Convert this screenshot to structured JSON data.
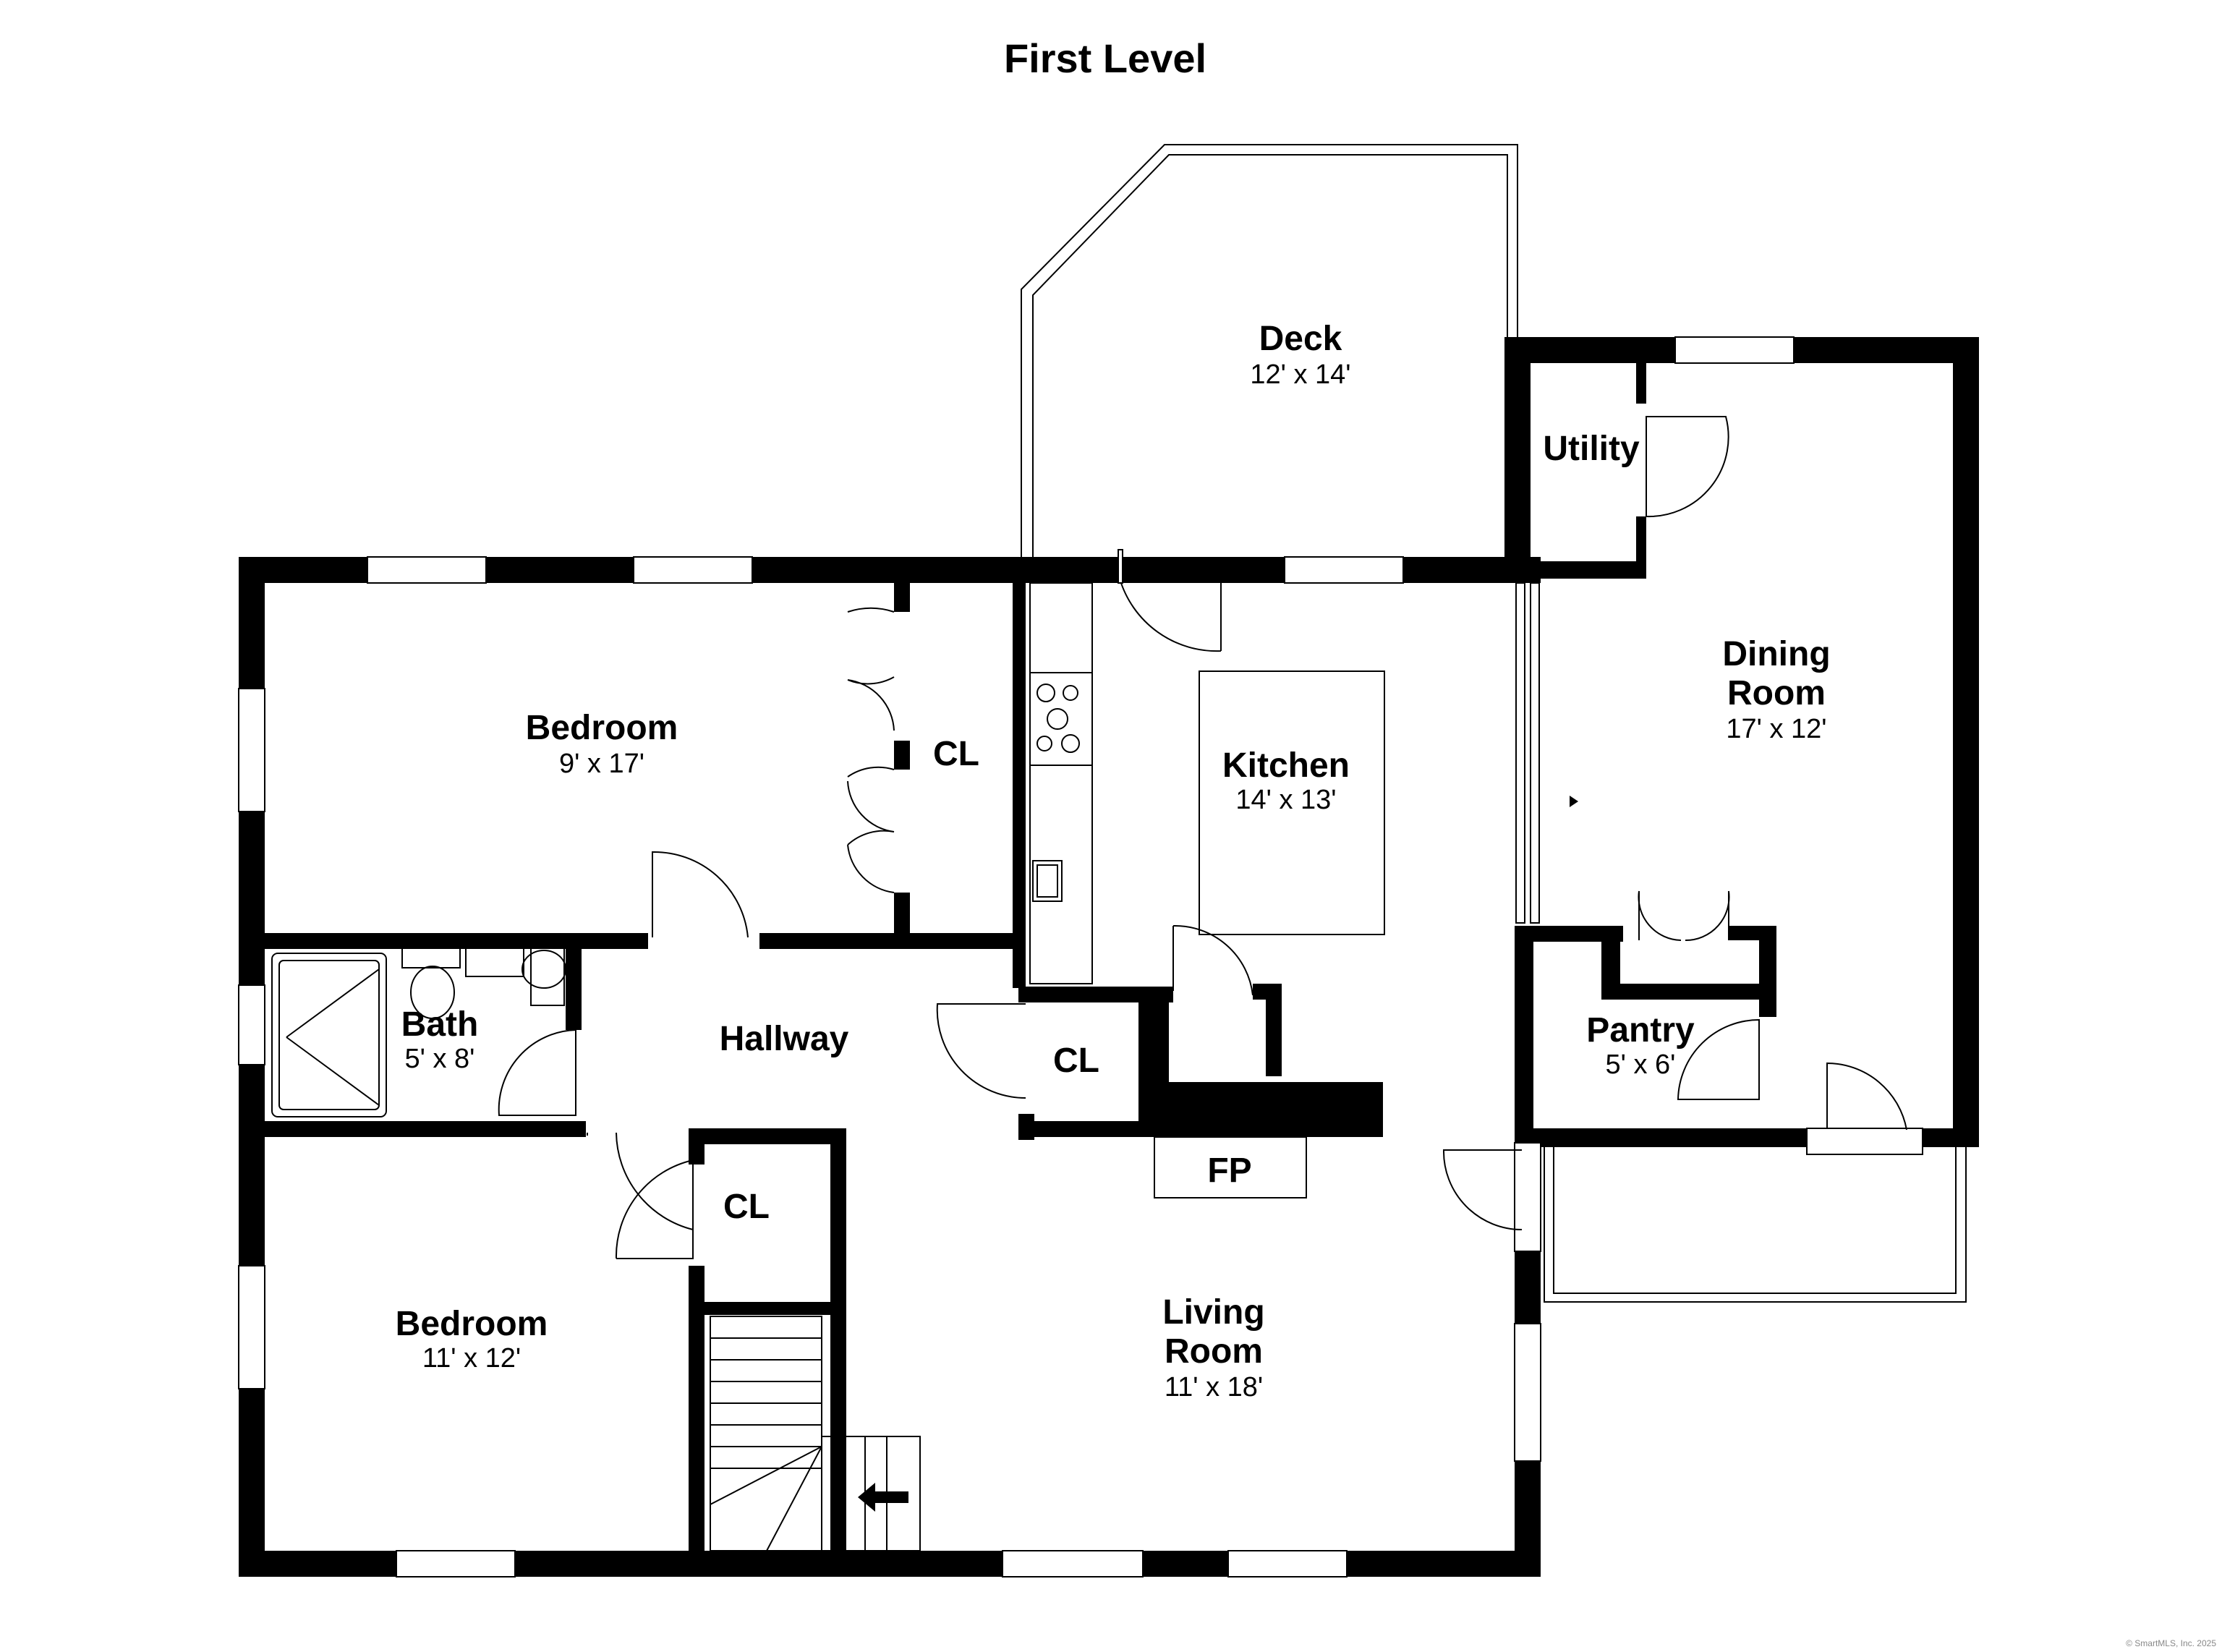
{
  "title": "First Level",
  "copyright": "© SmartMLS, Inc. 2025",
  "rooms": {
    "deck": {
      "name": "Deck",
      "dims": "12' x 14'"
    },
    "utility": {
      "name": "Utility"
    },
    "dining": {
      "name1": "Dining",
      "name2": "Room",
      "dims": "17' x 12'"
    },
    "bedroom1": {
      "name": "Bedroom",
      "dims": "9' x 17'"
    },
    "closet1": {
      "name": "CL"
    },
    "kitchen": {
      "name": "Kitchen",
      "dims": "14' x 13'"
    },
    "bath": {
      "name": "Bath",
      "dims": "5' x 8'"
    },
    "hallway": {
      "name": "Hallway"
    },
    "closet2": {
      "name": "CL"
    },
    "fireplace": {
      "name": "FP"
    },
    "pantry": {
      "name": "Pantry",
      "dims": "5' x 6'"
    },
    "closet3": {
      "name": "CL"
    },
    "bedroom2": {
      "name": "Bedroom",
      "dims": "11' x 12'"
    },
    "living": {
      "name1": "Living",
      "name2": "Room",
      "dims": "11' x 18'"
    }
  },
  "icons": [
    "stair-arrow-icon",
    "stove-icon",
    "sink-icon",
    "toilet-icon",
    "bath-sink-icon",
    "shower-icon"
  ]
}
